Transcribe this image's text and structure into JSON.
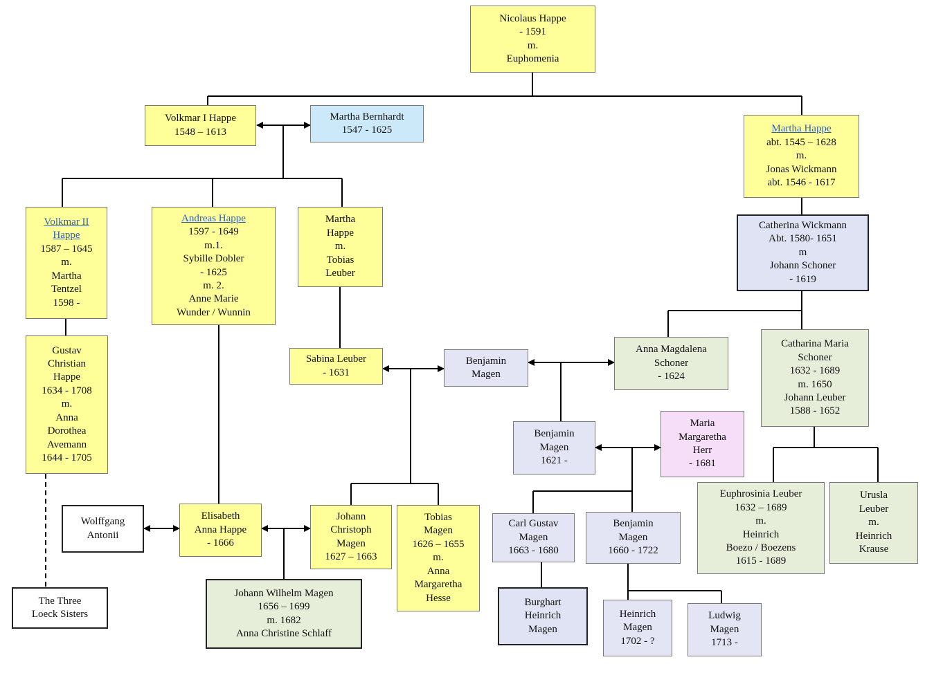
{
  "nodes": {
    "nicolaus": {
      "lines": [
        "Nicolaus Happe",
        "- 1591",
        "m.",
        "Euphomenia"
      ]
    },
    "volkmar1": {
      "lines": [
        "Volkmar I Happe",
        "1548 – 1613"
      ]
    },
    "martha_bernhardt": {
      "lines": [
        "Martha Bernhardt",
        "1547 - 1625"
      ]
    },
    "martha_happe_elder": {
      "lines": [
        "Martha Happe",
        "abt. 1545 – 1628",
        "m.",
        "Jonas Wickmann",
        "abt. 1546 - 1617"
      ],
      "link_lines": [
        0
      ]
    },
    "volkmar2": {
      "lines": [
        "Volkmar II",
        "Happe",
        "1587 – 1645",
        "m.",
        "Martha",
        "Tentzel",
        "1598 -"
      ],
      "link_lines": [
        0,
        1
      ]
    },
    "andreas": {
      "lines": [
        "Andreas Happe",
        "1597 - 1649",
        "m.1.",
        "Sybille Dobler",
        "- 1625",
        "m. 2.",
        "Anne Marie",
        "Wunder / Wunnin"
      ],
      "link_lines": [
        0
      ]
    },
    "martha_happe_younger": {
      "lines": [
        "Martha",
        "Happe",
        "m.",
        "Tobias",
        "Leuber"
      ]
    },
    "catherina_wickmann": {
      "lines": [
        "Catherina Wickmann",
        "Abt. 1580- 1651",
        "m",
        "Johann Schoner",
        "- 1619"
      ]
    },
    "gustav_christian": {
      "lines": [
        "Gustav",
        "Christian",
        "Happe",
        "1634 - 1708",
        "m.",
        "Anna",
        "Dorothea",
        "Avemann",
        "1644 - 1705"
      ]
    },
    "sabina": {
      "lines": [
        "Sabina Leuber",
        "- 1631"
      ]
    },
    "benjamin_sr": {
      "lines": [
        "Benjamin",
        "Magen"
      ]
    },
    "anna_magdalena": {
      "lines": [
        "Anna Magdalena",
        "Schoner",
        "- 1624"
      ]
    },
    "catharina_maria": {
      "lines": [
        "Catharina Maria",
        "Schoner",
        "1632 - 1689",
        "m. 1650",
        "Johann Leuber",
        "1588 - 1652"
      ]
    },
    "benjamin_1621": {
      "lines": [
        "Benjamin",
        "Magen",
        "1621 -"
      ]
    },
    "maria_margaretha": {
      "lines": [
        "Maria",
        "Margaretha",
        "Herr",
        "- 1681"
      ]
    },
    "euphrosinia": {
      "lines": [
        "Euphrosinia Leuber",
        "1632 – 1689",
        "m.",
        "Heinrich",
        "Boezo / Boezens",
        "1615 - 1689"
      ]
    },
    "urusla": {
      "lines": [
        "Urusla",
        "Leuber",
        "m.",
        "Heinrich",
        "Krause"
      ]
    },
    "wolffgang": {
      "lines": [
        "Wolffgang",
        "Antonii"
      ]
    },
    "elisabeth": {
      "lines": [
        "Elisabeth",
        "Anna Happe",
        "- 1666"
      ]
    },
    "johann_christoph": {
      "lines": [
        "Johann",
        "Christoph",
        "Magen",
        "1627 – 1663"
      ]
    },
    "tobias_magen": {
      "lines": [
        "Tobias",
        "Magen",
        "1626 – 1655",
        "m.",
        "Anna",
        "Margaretha",
        "Hesse"
      ]
    },
    "carl_gustav": {
      "lines": [
        "Carl Gustav",
        "Magen",
        "1663 - 1680"
      ]
    },
    "benjamin_1660": {
      "lines": [
        "Benjamin",
        "Magen",
        "1660 - 1722"
      ]
    },
    "three_loeck": {
      "lines": [
        "The Three",
        "Loeck Sisters"
      ]
    },
    "johann_wilhelm": {
      "lines": [
        "Johann Wilhelm Magen",
        "1656 – 1699",
        "m. 1682",
        "Anna Christine Schlaff"
      ]
    },
    "burghart": {
      "lines": [
        "Burghart",
        "Heinrich",
        "Magen"
      ]
    },
    "heinrich_magen": {
      "lines": [
        "Heinrich",
        "Magen",
        "1702 - ?"
      ]
    },
    "ludwig": {
      "lines": [
        "Ludwig",
        "Magen",
        "1713 -"
      ]
    }
  },
  "colors": {
    "yellow": "#ffff99",
    "blue": "#cce9fa",
    "lavender": "#e3e5f5",
    "green": "#e6eed9",
    "pink": "#f6ddf8",
    "white": "#ffffff",
    "link_text": "#2f5fb3",
    "connector": "#000000"
  }
}
